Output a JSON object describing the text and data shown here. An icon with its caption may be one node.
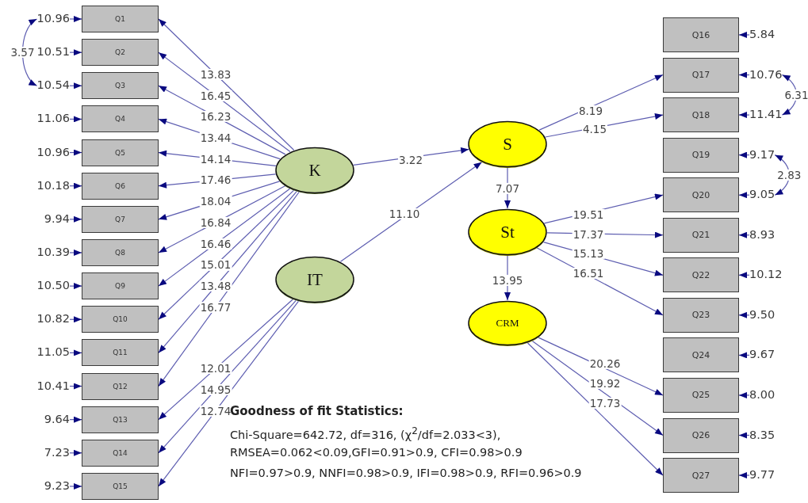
{
  "diagram": {
    "nodes": [
      {
        "text": [
          "10.96"
        ]
      },
      {
        "text": [
          "10.51"
        ]
      },
      {
        "text": [
          "10.54"
        ]
      },
      {
        "text": [
          "11.06"
        ]
      },
      {
        "text": [
          "10.96"
        ]
      },
      {
        "text": [
          "10.18"
        ]
      },
      {
        "text": [
          "9.94"
        ]
      },
      {
        "text": [
          "10.39"
        ]
      },
      {
        "text": [
          "10.50"
        ]
      },
      {
        "text": [
          "10.82"
        ]
      },
      {
        "text": [
          "11.05"
        ]
      },
      {
        "text": [
          "10.41"
        ]
      },
      {
        "text": [
          "9.64"
        ]
      },
      {
        "text": [
          "7.23"
        ]
      },
      {
        "text": [
          "9.23"
        ]
      },
      {
        "text": [
          "Q1"
        ]
      },
      {
        "text": [
          "Q2"
        ]
      },
      {
        "text": [
          "Q3"
        ]
      },
      {
        "text": [
          "Q4"
        ]
      },
      {
        "text": [
          "Q5"
        ]
      },
      {
        "text": [
          "Q6"
        ]
      },
      {
        "text": [
          "Q7"
        ]
      },
      {
        "text": [
          "Q8"
        ]
      },
      {
        "text": [
          "Q9"
        ]
      },
      {
        "text": [
          "Q10"
        ]
      },
      {
        "text": [
          "Q11"
        ]
      },
      {
        "text": [
          "Q12"
        ]
      },
      {
        "text": [
          "Q13"
        ]
      },
      {
        "text": [
          "Q14"
        ]
      },
      {
        "text": [
          "Q15"
        ]
      },
      {
        "text": [
          "K"
        ]
      },
      {
        "text": [
          "IT"
        ]
      },
      {
        "text": [
          "S"
        ]
      },
      {
        "text": [
          "St"
        ]
      },
      {
        "text": [
          "CRM"
        ]
      },
      {
        "text": [
          "Q16"
        ]
      },
      {
        "text": [
          "Q17"
        ]
      },
      {
        "text": [
          "Q18"
        ]
      },
      {
        "text": [
          "Q19"
        ]
      },
      {
        "text": [
          "Q20"
        ]
      },
      {
        "text": [
          "Q21"
        ]
      },
      {
        "text": [
          "Q22"
        ]
      },
      {
        "text": [
          "Q23"
        ]
      },
      {
        "text": [
          "Q24"
        ]
      },
      {
        "text": [
          "Q25"
        ]
      },
      {
        "text": [
          "Q26"
        ]
      },
      {
        "text": [
          "Q27"
        ]
      },
      {
        "text": [
          "5.84"
        ]
      },
      {
        "text": [
          "10.76"
        ]
      },
      {
        "text": [
          "11.41"
        ]
      },
      {
        "text": [
          "9.17"
        ]
      },
      {
        "text": [
          "9.05"
        ]
      },
      {
        "text": [
          "8.93"
        ]
      },
      {
        "text": [
          "10.12"
        ]
      },
      {
        "text": [
          "9.50"
        ]
      },
      {
        "text": [
          "9.67"
        ]
      },
      {
        "text": [
          "8.00"
        ]
      },
      {
        "text": [
          "8.35"
        ]
      },
      {
        "text": [
          "9.77"
        ]
      }
    ],
    "edges": [
      {
        "from": 0,
        "to": 15,
        "arrow": "to"
      },
      {
        "from": 1,
        "to": 16,
        "arrow": "to"
      },
      {
        "from": 2,
        "to": 17,
        "arrow": "to"
      },
      {
        "from": 3,
        "to": 18,
        "arrow": "to"
      },
      {
        "from": 4,
        "to": 19,
        "arrow": "to"
      },
      {
        "from": 5,
        "to": 20,
        "arrow": "to"
      },
      {
        "from": 6,
        "to": 21,
        "arrow": "to"
      },
      {
        "from": 7,
        "to": 22,
        "arrow": "to"
      },
      {
        "from": 8,
        "to": 23,
        "arrow": "to"
      },
      {
        "from": 9,
        "to": 24,
        "arrow": "to"
      },
      {
        "from": 10,
        "to": 25,
        "arrow": "to"
      },
      {
        "from": 11,
        "to": 26,
        "arrow": "to"
      },
      {
        "from": 12,
        "to": 27,
        "arrow": "to"
      },
      {
        "from": 13,
        "to": 28,
        "arrow": "to"
      },
      {
        "from": 14,
        "to": 29,
        "arrow": "to"
      },
      {
        "from": 0,
        "to": 2,
        "arrow": "both",
        "label": "3.57"
      },
      {
        "from": 30,
        "to": 15,
        "arrow": "to",
        "label": "13.83"
      },
      {
        "from": 30,
        "to": 16,
        "arrow": "to",
        "label": "16.45"
      },
      {
        "from": 30,
        "to": 17,
        "arrow": "to",
        "label": "16.23"
      },
      {
        "from": 30,
        "to": 18,
        "arrow": "to",
        "label": "13.44"
      },
      {
        "from": 30,
        "to": 19,
        "arrow": "to",
        "label": "14.14"
      },
      {
        "from": 30,
        "to": 20,
        "arrow": "to",
        "label": "17.46"
      },
      {
        "from": 30,
        "to": 21,
        "arrow": "to",
        "label": "18.04"
      },
      {
        "from": 30,
        "to": 22,
        "arrow": "to",
        "label": "16.84"
      },
      {
        "from": 30,
        "to": 23,
        "arrow": "to",
        "label": "16.46"
      },
      {
        "from": 30,
        "to": 24,
        "arrow": "to",
        "label": "15.01"
      },
      {
        "from": 30,
        "to": 25,
        "arrow": "to",
        "label": "13.48"
      },
      {
        "from": 30,
        "to": 26,
        "arrow": "to",
        "label": "16.77"
      },
      {
        "from": 31,
        "to": 27,
        "arrow": "to",
        "label": "12.01"
      },
      {
        "from": 31,
        "to": 28,
        "arrow": "to",
        "label": "14.95"
      },
      {
        "from": 31,
        "to": 29,
        "arrow": "to",
        "label": "12.74"
      },
      {
        "from": 30,
        "to": 32,
        "arrow": "to",
        "label": "3.22"
      },
      {
        "from": 31,
        "to": 32,
        "arrow": "to",
        "label": "11.10"
      },
      {
        "from": 32,
        "to": 33,
        "arrow": "to",
        "label": "7.07"
      },
      {
        "from": 33,
        "to": 34,
        "arrow": "to",
        "label": "13.95"
      },
      {
        "from": 32,
        "to": 36,
        "arrow": "to",
        "label": "8.19"
      },
      {
        "from": 32,
        "to": 37,
        "arrow": "to",
        "label": "4.15"
      },
      {
        "from": 33,
        "to": 39,
        "arrow": "to",
        "label": "19.51"
      },
      {
        "from": 33,
        "to": 40,
        "arrow": "to",
        "label": "17.37"
      },
      {
        "from": 33,
        "to": 41,
        "arrow": "to",
        "label": "15.13"
      },
      {
        "from": 33,
        "to": 42,
        "arrow": "to",
        "label": "16.51"
      },
      {
        "from": 34,
        "to": 44,
        "arrow": "to",
        "label": "20.26"
      },
      {
        "from": 34,
        "to": 45,
        "arrow": "to",
        "label": "19.92"
      },
      {
        "from": 34,
        "to": 46,
        "arrow": "to",
        "label": "17.73"
      },
      {
        "from": 47,
        "to": 35,
        "arrow": "to"
      },
      {
        "from": 48,
        "to": 36,
        "arrow": "to"
      },
      {
        "from": 49,
        "to": 37,
        "arrow": "to"
      },
      {
        "from": 50,
        "to": 38,
        "arrow": "to"
      },
      {
        "from": 51,
        "to": 39,
        "arrow": "to"
      },
      {
        "from": 52,
        "to": 40,
        "arrow": "to"
      },
      {
        "from": 53,
        "to": 41,
        "arrow": "to"
      },
      {
        "from": 54,
        "to": 42,
        "arrow": "to"
      },
      {
        "from": 55,
        "to": 43,
        "arrow": "to"
      },
      {
        "from": 56,
        "to": 44,
        "arrow": "to"
      },
      {
        "from": 57,
        "to": 45,
        "arrow": "to"
      },
      {
        "from": 58,
        "to": 46,
        "arrow": "to"
      },
      {
        "from": 48,
        "to": 49,
        "arrow": "both",
        "label": "6.31"
      },
      {
        "from": 50,
        "to": 51,
        "arrow": "both",
        "label": "2.83"
      }
    ],
    "labels": [
      "Goodness of fit Statistics:",
      "Chi-Square=642.72, df=316, (χ$^{2}$/df=2.033<3),",
      "RMSEA=0.062<0.09,GFI=0.91>0.9, CFI=0.98>0.9",
      "NFI=0.97>0.9, NNFI=0.98>0.9, IFI=0.98>0.9, RFI=0.96>0.9"
    ]
  }
}
